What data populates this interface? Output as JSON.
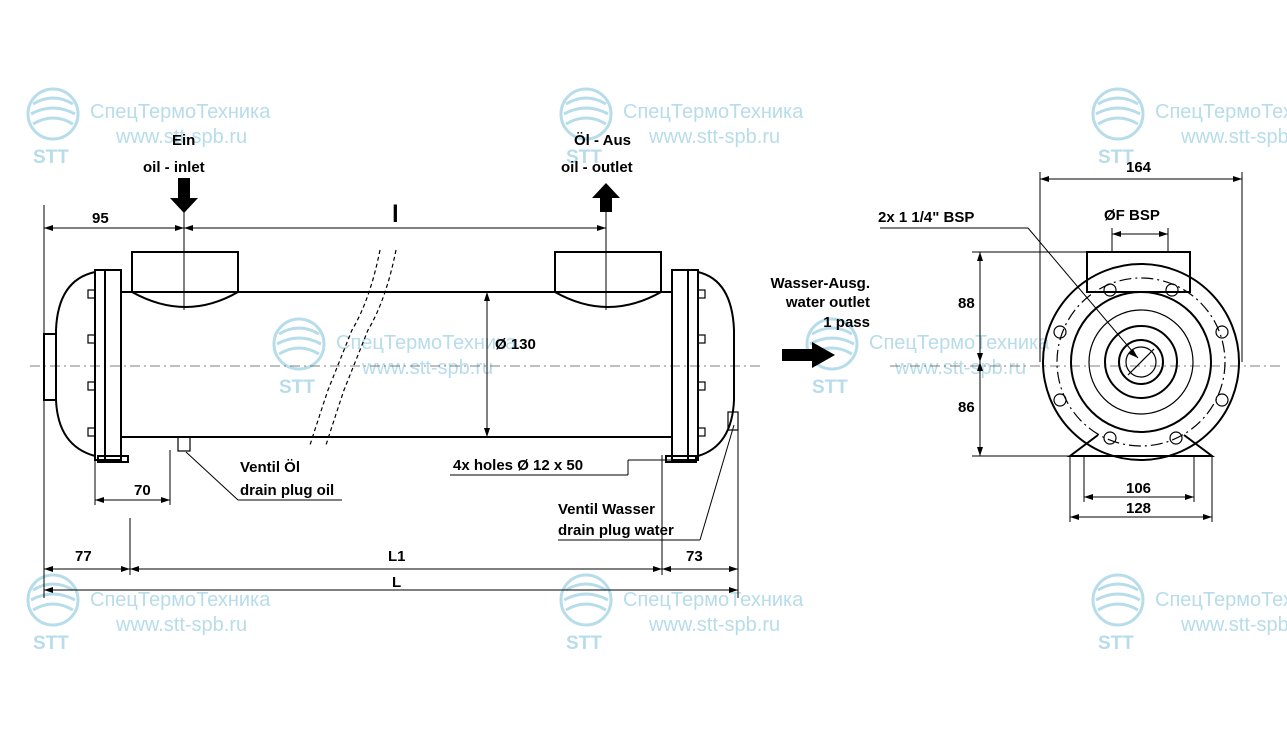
{
  "watermark": {
    "company": "СпецТермоТехника",
    "url": "www.stt-spb.ru",
    "logo_text": "STT",
    "color": "#b7dcea"
  },
  "labels": {
    "oil_inlet_de": "Ein",
    "oil_inlet_en": "oil - inlet",
    "oil_outlet_de": "Öl - Aus",
    "oil_outlet_en": "oil - outlet",
    "water_outlet_de": "Wasser-Ausg.",
    "water_outlet_en": "water outlet",
    "water_pass": "1 pass",
    "drain_oil_de": "Ventil Öl",
    "drain_oil_en": "drain plug oil",
    "holes": "4x holes Ø 12 x 50",
    "drain_water_de": "Ventil Wasser",
    "drain_water_en": "drain plug water",
    "water_connection": "2x 1 1/4\" BSP",
    "oil_connection": "ØF BSP"
  },
  "dimensions": {
    "d95": "95",
    "l": "l",
    "dia130": "Ø 130",
    "d70": "70",
    "d77": "77",
    "L1": "L1",
    "d73": "73",
    "L": "L",
    "d164": "164",
    "d88": "88",
    "d86": "86",
    "d106": "106",
    "d128": "128"
  }
}
